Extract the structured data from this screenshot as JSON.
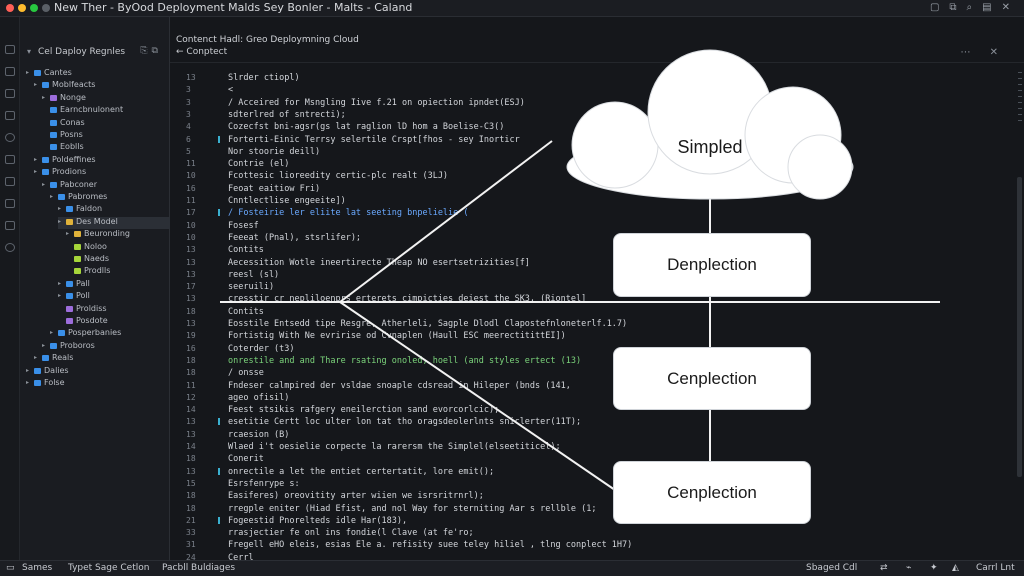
{
  "window": {
    "title": "New Ther - ByOod Deployment Malds  Sey Bonler - Malts - Caland",
    "traffic_colors": [
      "#ff5f57",
      "#febc2e",
      "#28c840",
      "#5a5f66"
    ]
  },
  "sidebar": {
    "header": "Cel Daploy Regnles",
    "items": [
      {
        "label": "Cantes",
        "color": "#3a8fe8",
        "selected": false
      },
      {
        "label": "Moblfeacts",
        "color": "#3a8fe8",
        "selected": false
      },
      {
        "label": "Nonge",
        "color": "#9d6ddc",
        "selected": false
      },
      {
        "label": "Earncbnulonent",
        "color": "#3a8fe8",
        "selected": false
      },
      {
        "label": "Conas",
        "color": "#3a8fe8",
        "selected": false
      },
      {
        "label": "Posns",
        "color": "#3a8fe8",
        "selected": false
      },
      {
        "label": "Eoblls",
        "color": "#3a8fe8",
        "selected": false
      },
      {
        "label": "Poldeffines",
        "color": "#3a8fe8",
        "selected": false
      },
      {
        "label": "Prodions",
        "color": "#3a8fe8",
        "selected": false
      },
      {
        "label": "Pabconer",
        "color": "#3a8fe8",
        "selected": false
      },
      {
        "label": "Pabromes",
        "color": "#3a8fe8",
        "selected": false
      },
      {
        "label": "Faldon",
        "color": "#3a8fe8",
        "selected": false
      },
      {
        "label": "Des Model",
        "color": "#e0b23a",
        "selected": true
      },
      {
        "label": "Beuronding",
        "color": "#e0b23a",
        "selected": false
      },
      {
        "label": "Noloo",
        "color": "#a6d63a",
        "selected": false
      },
      {
        "label": "Naeds",
        "color": "#a6d63a",
        "selected": false
      },
      {
        "label": "Prodlls",
        "color": "#a6d63a",
        "selected": false
      },
      {
        "label": "Pall",
        "color": "#3a8fe8",
        "selected": false
      },
      {
        "label": "Poll",
        "color": "#3a8fe8",
        "selected": false
      },
      {
        "label": "Proldiss",
        "color": "#9d6ddc",
        "selected": false
      },
      {
        "label": "Posdote",
        "color": "#9d6ddc",
        "selected": false
      },
      {
        "label": "Posperbanies",
        "color": "#3a8fe8",
        "selected": false
      },
      {
        "label": "Proboros",
        "color": "#3a8fe8",
        "selected": false
      },
      {
        "label": "Reals",
        "color": "#3a8fe8",
        "selected": false
      },
      {
        "label": "Dalies",
        "color": "#3a8fe8",
        "selected": false
      },
      {
        "label": "Folse",
        "color": "#3a8fe8",
        "selected": false
      }
    ]
  },
  "editor": {
    "breadcrumb": "Contenct   Hadl:  Greo   Deploymning Cloud",
    "tab": "Conptect",
    "lines": [
      {
        "n": "13",
        "text": "Slrder ctiopl)"
      },
      {
        "n": "3",
        "text": "  <"
      },
      {
        "n": "3",
        "text": "/ Acceired for Msngling Iive f.21 on opiection ipndet(ESJ)"
      },
      {
        "n": "3",
        "text": "  sdterlred of sntrecti);"
      },
      {
        "n": "4",
        "text": "  Cozecfst bni-agsr(gs lat raglion lD hom a Boelise-C3()"
      },
      {
        "n": "6",
        "text": "  Forterti-Einic  Terrsy selertile Crspt[fhos - sey Inorticr"
      },
      {
        "n": "5",
        "text": "  Nor stoorie deill)"
      },
      {
        "n": "11",
        "text": "Contrie (el)"
      },
      {
        "n": "10",
        "text": "  Fcottesic lioreedity certic-plc realt (3LJ)"
      },
      {
        "n": "16",
        "text": "  Feoat eaitiow Fri)"
      },
      {
        "n": "11",
        "text": "Cnntlectlise engeeite])"
      },
      {
        "n": "17",
        "text": "/ Fosteirie ler eliite lat seeting bnpelielie (",
        "hl": "blue"
      },
      {
        "n": "10",
        "text": "  Fosesf"
      },
      {
        "n": "10",
        "text": "  Feeeat (Pnal), stsrlifer);"
      },
      {
        "n": "13",
        "text": "Contits"
      },
      {
        "n": "13",
        "text": "  Aecessition Wotle ineertirecte Theap NO esertsetrizities[f]"
      },
      {
        "n": "13",
        "text": "  reesl (sl)"
      },
      {
        "n": "17",
        "text": "seeruili)"
      },
      {
        "n": "13",
        "text": "  cresstir cr nepliloenprs erterets cimpicties deiest the SK3, (Riontel]"
      },
      {
        "n": "18",
        "text": "Contits"
      },
      {
        "n": "13",
        "text": "  Eosstile Entsedd tipe Resgre, Atherleli, Sagple Dlodl Clapostefnloneterlf.1.7)"
      },
      {
        "n": "19",
        "text": "  Fortistig With Ne evririse od Cvnaplen (Haull ESC meerectitittEI])"
      },
      {
        "n": "16",
        "text": "Coterder (t3)"
      },
      {
        "n": "18",
        "text": "  onrestile and and Thare rsating onoled, hoell (and styles ertect (13)",
        "hl": "green"
      },
      {
        "n": "18",
        "text": "/ onsse"
      },
      {
        "n": "11",
        "text": "Fndeser calmpired der vsldae snoaple cdsread in Hileper (bnds (141,"
      },
      {
        "n": "12",
        "text": "  ageo ofisil)"
      },
      {
        "n": "14",
        "text": "  Feest stsikis rafgery eneilerction sand evorcorlcic);"
      },
      {
        "n": "13",
        "text": "  esetitie Certt loc ulter lon tat tho oragsdeolerlnts sniclerter(11T);"
      },
      {
        "n": "13",
        "text": "  rcaesion (B)"
      },
      {
        "n": "14",
        "text": "  Wlaed i't oesielie corpecte la rarersm the Simplel(elseetiticel);"
      },
      {
        "n": "18",
        "text": "Conerit"
      },
      {
        "n": "13",
        "text": "  onrectile a let the entiet certertatit, lore emit();"
      },
      {
        "n": "15",
        "text": "  Esrsfenrype s:"
      },
      {
        "n": "18",
        "text": "  Easiferes) oreovitity arter wiien we isrsritrnrl);"
      },
      {
        "n": "18",
        "text": "  rregple eniter (Hiad Efist, and nol Way for sterniting Aar s rellble (1;"
      },
      {
        "n": "21",
        "text": "Fogeestid Pnorelteds idle Har(183),"
      },
      {
        "n": "33",
        "text": "  rrasjectier fe onl ins fondie(l Clave (at fe'ro;"
      },
      {
        "n": "31",
        "text": "  Fregell eHO eleis, esias Ele a. refisity suee teley hiliel , tlng conplect 1H7)"
      },
      {
        "n": "24",
        "text": "  Cerrl"
      }
    ]
  },
  "diagram": {
    "cloud_label": "Simpled",
    "nodes": [
      "Denplection",
      "Cenplection",
      "Cenplection"
    ]
  },
  "statusbar": {
    "left1": "Sames",
    "left2": "Typet Sage Cetlon",
    "left3": "Pacbll Buldiages",
    "right1": "Sbaged Cdl",
    "right2": "Carrl Lnt"
  }
}
